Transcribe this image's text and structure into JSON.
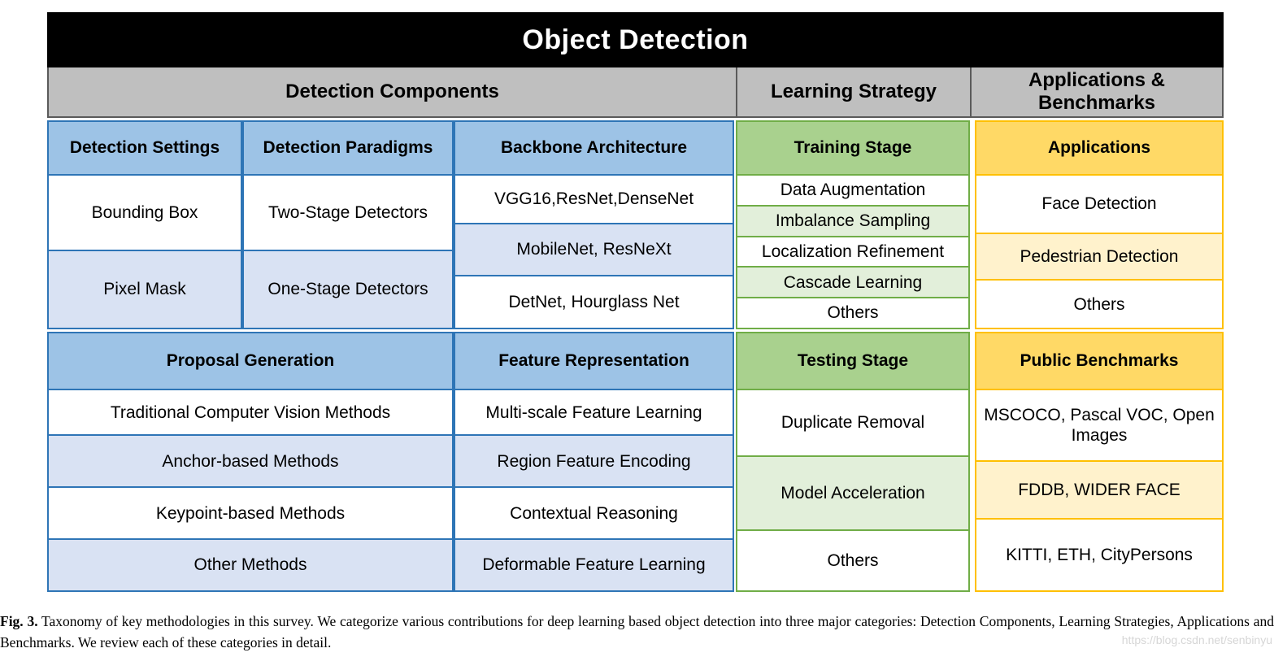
{
  "title": "Object Detection",
  "band": {
    "detection_components": "Detection Components",
    "learning_strategy": "Learning Strategy",
    "applications_benchmarks": "Applications & Benchmarks"
  },
  "detection_components": {
    "settings": {
      "header": "Detection Settings",
      "rows": [
        "Bounding Box",
        "Pixel Mask"
      ]
    },
    "paradigms": {
      "header": "Detection Paradigms",
      "rows": [
        "Two-Stage Detectors",
        "One-Stage Detectors"
      ]
    },
    "backbone": {
      "header": "Backbone Architecture",
      "rows": [
        "VGG16,ResNet,DenseNet",
        "MobileNet, ResNeXt",
        "DetNet, Hourglass Net"
      ]
    },
    "proposal": {
      "header": "Proposal Generation",
      "rows": [
        "Traditional Computer Vision Methods",
        "Anchor-based Methods",
        "Keypoint-based Methods",
        "Other Methods"
      ]
    },
    "feature": {
      "header": "Feature Representation",
      "rows": [
        "Multi-scale Feature Learning",
        "Region Feature Encoding",
        "Contextual Reasoning",
        "Deformable Feature Learning"
      ]
    }
  },
  "learning_strategy": {
    "training": {
      "header": "Training Stage",
      "rows": [
        "Data Augmentation",
        "Imbalance Sampling",
        "Localization Refinement",
        "Cascade Learning",
        "Others"
      ]
    },
    "testing": {
      "header": "Testing Stage",
      "rows": [
        "Duplicate Removal",
        "Model Acceleration",
        "Others"
      ]
    }
  },
  "applications_benchmarks": {
    "applications": {
      "header": "Applications",
      "rows": [
        "Face Detection",
        "Pedestrian Detection",
        "Others"
      ]
    },
    "benchmarks": {
      "header": "Public Benchmarks",
      "rows": [
        "MSCOCO, Pascal VOC, Open Images",
        "FDDB, WIDER FACE",
        "KITTI, ETH, CityPersons"
      ]
    }
  },
  "caption": {
    "label": "Fig. 3.",
    "text": "Taxonomy of key methodologies in this survey. We categorize various contributions for deep learning based object detection into three major categories: Detection Components, Learning Strategies, Applications and Benchmarks. We review each of these categories in detail."
  },
  "watermark": "https://blog.csdn.net/senbinyu",
  "colors": {
    "title_bg": "#000000",
    "band_bg": "#bfbfbf",
    "blue_header": "#9dc3e6",
    "blue_light": "#d9e2f3",
    "blue_border": "#2e75b6",
    "green_header": "#a9d18e",
    "green_light": "#e2efda",
    "green_border": "#70ad47",
    "gold_header": "#ffd966",
    "gold_light": "#fff2cc",
    "gold_border": "#ffc000"
  }
}
